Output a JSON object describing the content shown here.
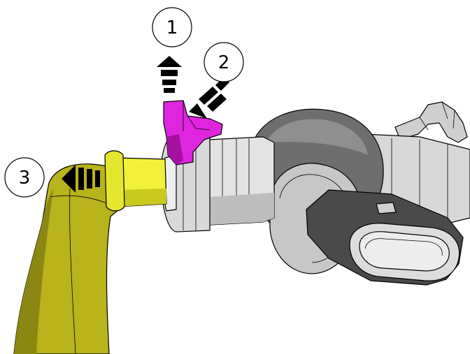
{
  "callouts": [
    {
      "id": "1",
      "label": "1"
    },
    {
      "id": "2",
      "label": "2"
    },
    {
      "id": "3",
      "label": "3"
    }
  ],
  "colors": {
    "hose": "#b9b31c",
    "hose_dark": "#8c8712",
    "fitting": "#f1f13a",
    "fitting_dark": "#c9c920",
    "lock_clip": "#e025e0",
    "lock_clip_dark": "#a5119f",
    "housing_light": "#dcdcdc",
    "housing_mid": "#b8b8b8",
    "housing_dark": "#6e6e6e",
    "connector": "#4a4a4a",
    "arrow": "#000000"
  },
  "icons": {
    "arrow_up": "dashed-arrow-up-icon",
    "arrow_diagonal": "dashed-arrow-diagonal-icon",
    "arrow_left": "dashed-arrow-left-icon"
  }
}
